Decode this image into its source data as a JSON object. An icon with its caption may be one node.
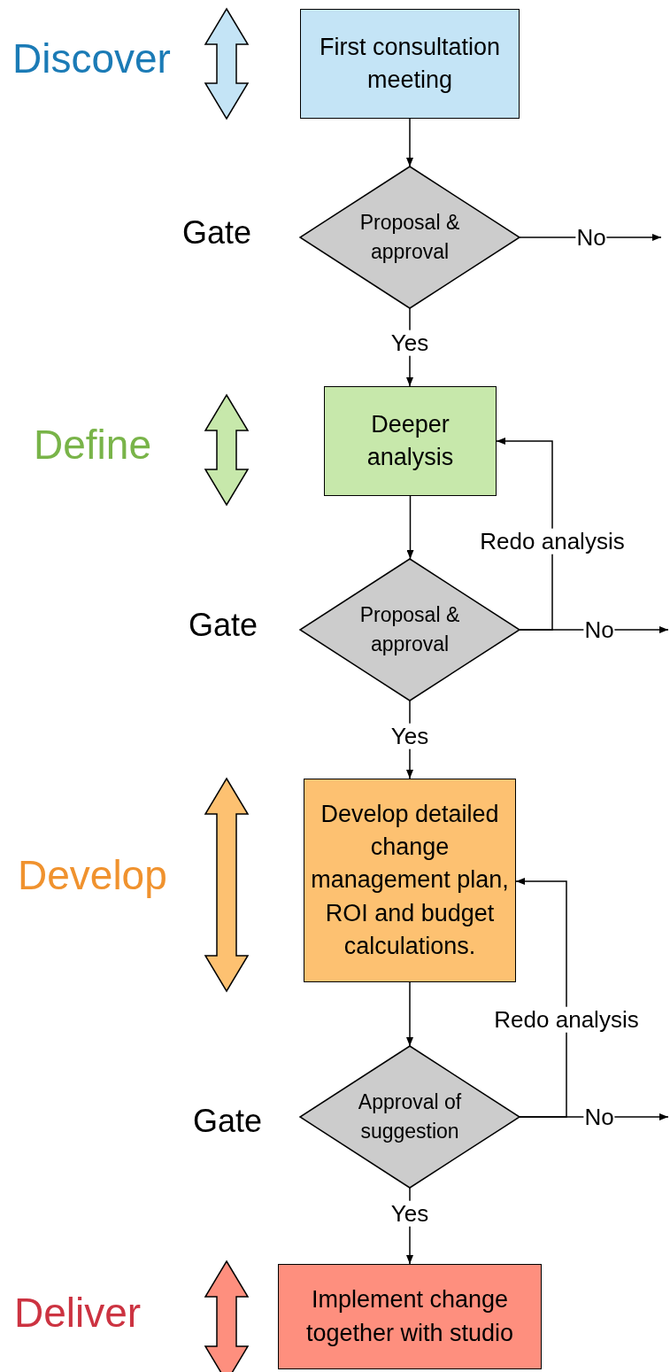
{
  "diagram": {
    "nodes": [
      {
        "text": [
          "First consultation meeting"
        ]
      },
      {
        "text": [
          "Proposal & approval"
        ]
      },
      {
        "text": [
          "Deeper analysis"
        ]
      },
      {
        "text": [
          "Proposal & approval"
        ]
      },
      {
        "text": [
          "Develop detailed change management plan, ROI and budget calculations."
        ]
      },
      {
        "text": [
          "Approval of suggestion"
        ]
      },
      {
        "text": [
          "Implement change together with studio"
        ]
      }
    ],
    "edges": [
      {
        "from": 0,
        "to": 1,
        "arrow": "to"
      },
      {
        "from": 1,
        "to": null,
        "arrow": "to",
        "label": "No"
      },
      {
        "from": 1,
        "to": 2,
        "arrow": "to",
        "label": "Yes"
      },
      {
        "from": 2,
        "to": 3,
        "arrow": "to"
      },
      {
        "from": 3,
        "to": 2,
        "arrow": "to",
        "label": "Redo analysis"
      },
      {
        "from": 3,
        "to": null,
        "arrow": "to",
        "label": "No"
      },
      {
        "from": 3,
        "to": 4,
        "arrow": "to",
        "label": "Yes"
      },
      {
        "from": 4,
        "to": 5,
        "arrow": "to"
      },
      {
        "from": 5,
        "to": 4,
        "arrow": "to",
        "label": "Redo analysis"
      },
      {
        "from": 5,
        "to": null,
        "arrow": "to",
        "label": "No"
      },
      {
        "from": 5,
        "to": 6,
        "arrow": "to",
        "label": "Yes"
      }
    ],
    "labels": [
      "Discover",
      "Gate",
      "Define",
      "Gate",
      "Develop",
      "Gate",
      "Deliver"
    ]
  }
}
